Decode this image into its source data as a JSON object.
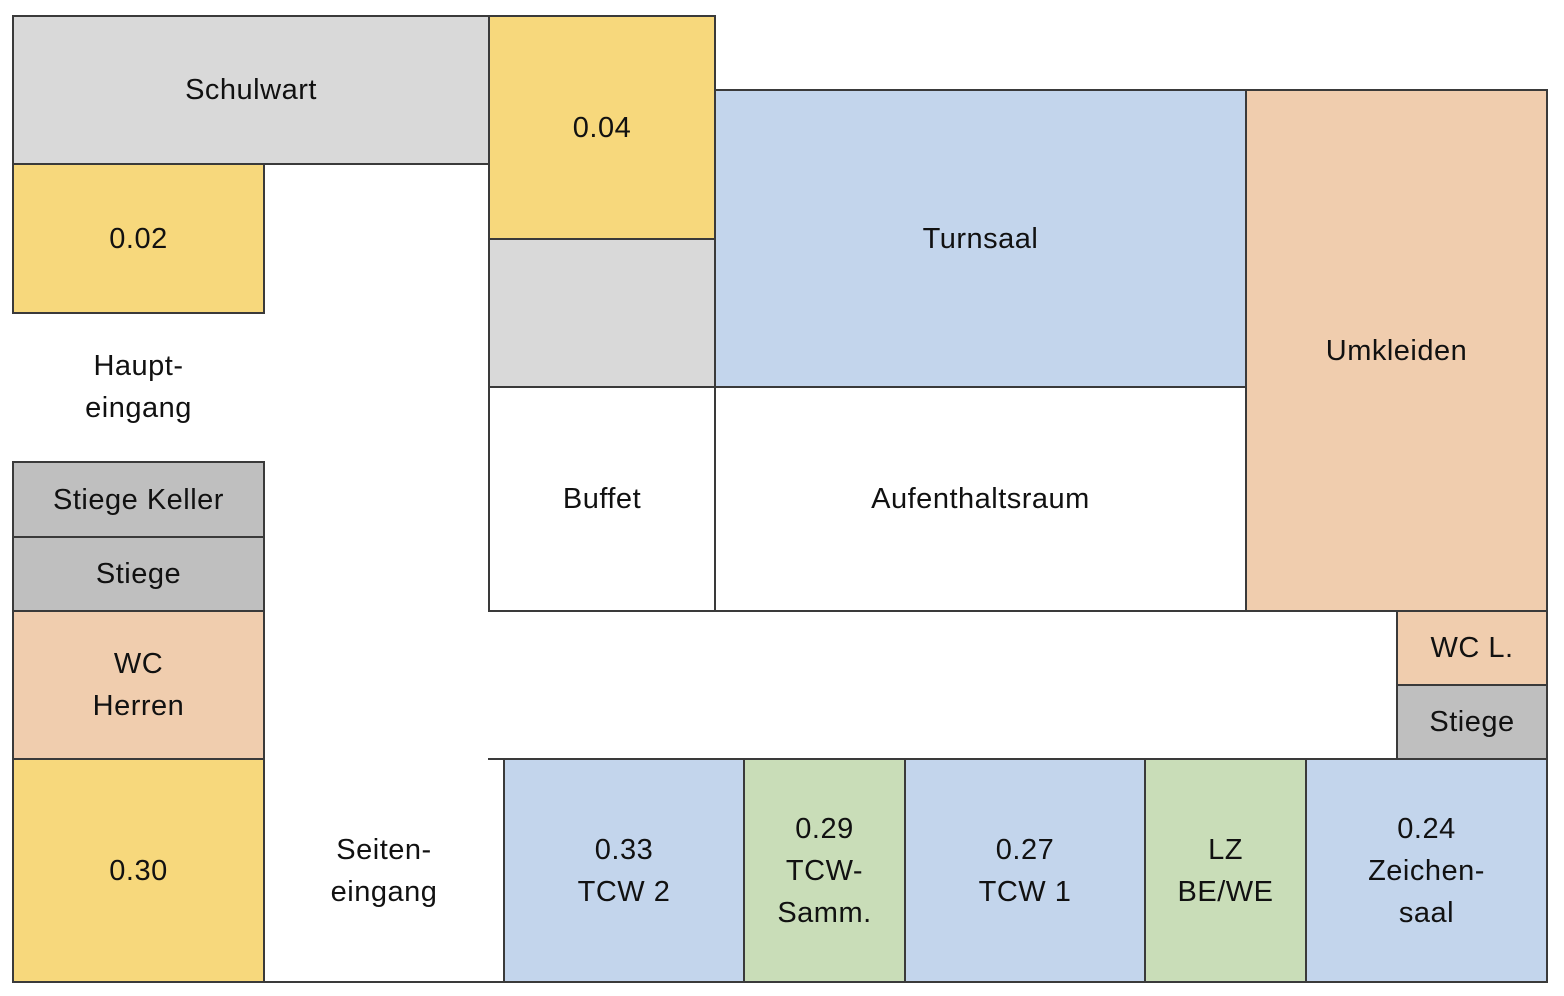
{
  "colors": {
    "yellow": "#F7D87C",
    "light_gray": "#D9D9D9",
    "mid_gray": "#BFBFBF",
    "blue": "#C3D5EC",
    "orange": "#F0CDAE",
    "green": "#C9DDB8",
    "white": "#FFFFFF"
  },
  "rooms": {
    "schulwart": "Schulwart",
    "r004": "0.04",
    "r002": "0.02",
    "turnsaal": "Turnsaal",
    "umkleiden": "Umkleiden",
    "buffet": "Buffet",
    "aufenthaltsraum": "Aufenthaltsraum",
    "stiege_keller": "Stiege Keller",
    "stiege_left": "Stiege",
    "wc_herren": "WC\nHerren",
    "wc_l": "WC L.",
    "stiege_right": "Stiege",
    "r030": "0.30",
    "r033": "0.33\nTCW 2",
    "r029": "0.29\nTCW-\nSamm.",
    "r027": "0.27\nTCW 1",
    "lz": "LZ\nBE/WE",
    "r024": "0.24\nZeichen-\nsaal"
  },
  "open_areas": {
    "haupteingang": "Haupt-\neingang",
    "seiteneingang": "Seiten-\neingang"
  }
}
